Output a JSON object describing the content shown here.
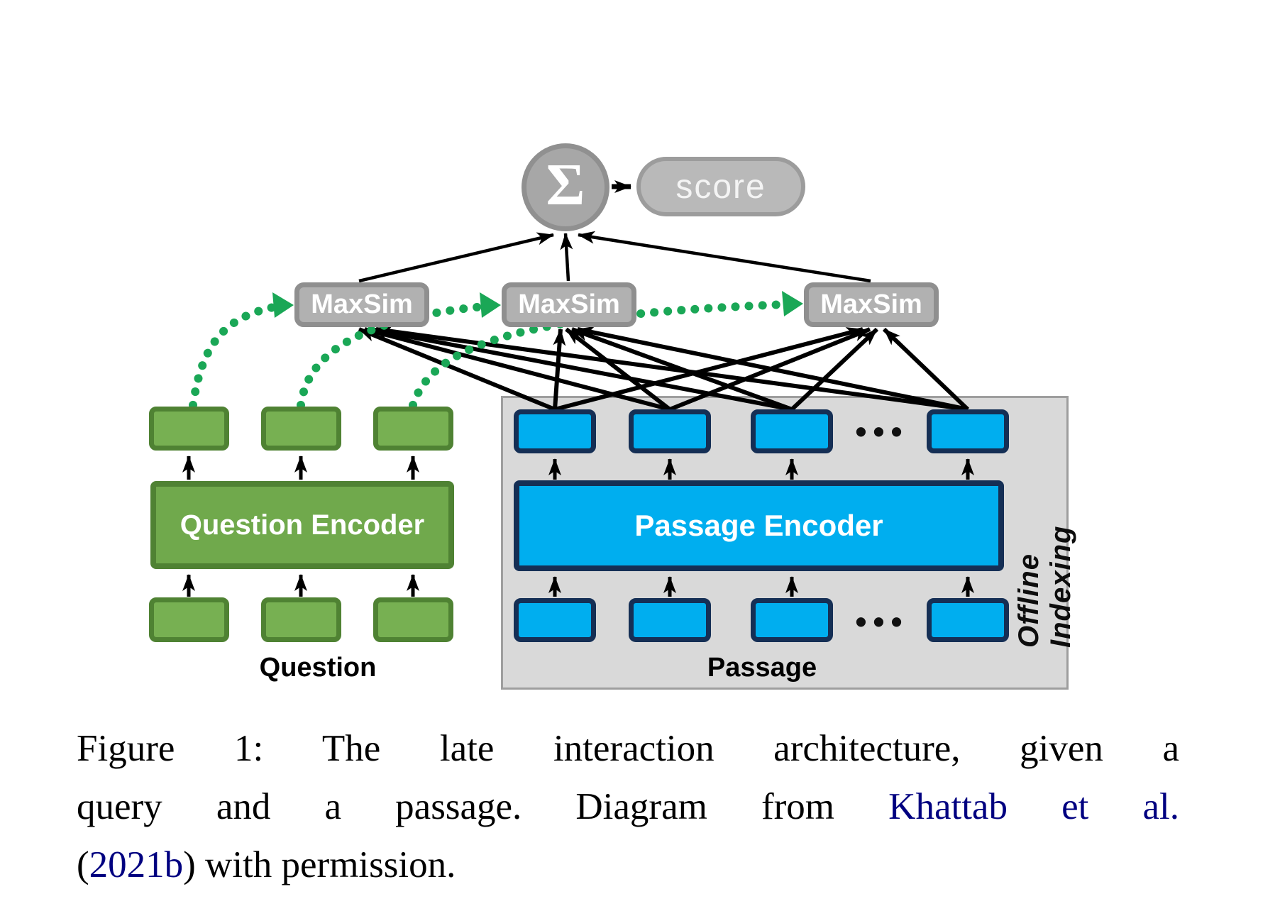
{
  "figure": {
    "sigma_symbol": "Σ",
    "score_label": "score",
    "maxsim_boxes": [
      {
        "label": "MaxSim"
      },
      {
        "label": "MaxSim"
      },
      {
        "label": "MaxSim"
      }
    ],
    "question_encoder_label": "Question Encoder",
    "passage_encoder_label": "Passage Encoder",
    "question_caption": "Question",
    "passage_caption": "Passage",
    "offline_indexing_label": "Offline Indexing",
    "ellipsis_top": "•••",
    "ellipsis_bottom": "•••",
    "colors": {
      "query_green_fill": "#77b052",
      "query_green_border": "#4f8233",
      "passage_blue_fill": "#00aeef",
      "passage_blue_border": "#152f55",
      "panel_gray": "#d9d9d9",
      "node_gray": "#b1b1b1",
      "dotted_arrow_green": "#1aa756"
    }
  },
  "caption": {
    "line1": "Figure 1: The late interaction architecture, given a",
    "line2_text": "query and a passage. Diagram from",
    "line2_link": "Khattab et al.",
    "line3_prefix": "(",
    "line3_link": "2021b",
    "line3_suffix": ") with permission.",
    "link_color": "#000080"
  }
}
